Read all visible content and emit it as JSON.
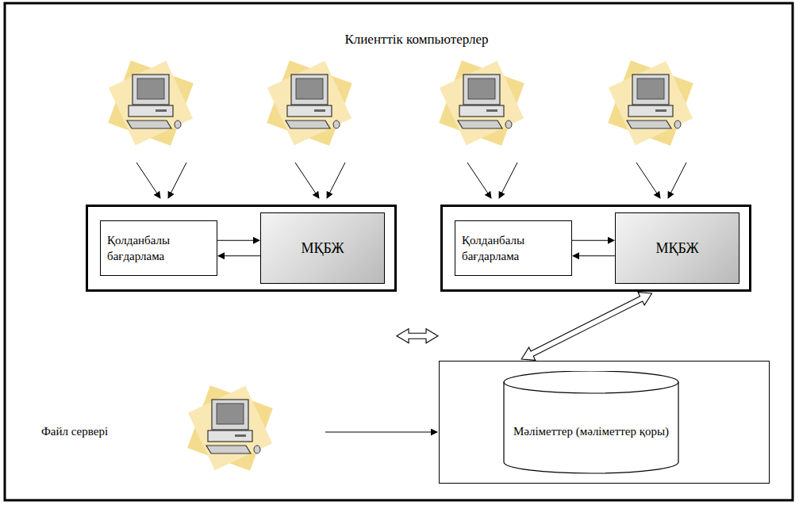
{
  "diagram": {
    "title": "Клиенттік компьютерлер",
    "nodes": [
      {
        "text": []
      },
      {
        "text": [
          "Қолданбалы бағдарлама"
        ],
        "in": 0
      },
      {
        "text": [
          "МҚБЖ"
        ],
        "in": 0
      },
      {
        "text": []
      },
      {
        "text": [
          "Қолданбалы бағдарлама"
        ],
        "in": 3
      },
      {
        "text": [
          "МҚБЖ"
        ],
        "in": 3
      },
      {
        "text": []
      },
      {
        "text": [
          "Мәліметтер (мәліметтер қоры)"
        ],
        "in": 6
      }
    ],
    "edges": [
      {
        "from": 1,
        "to": 2,
        "arrow": "to"
      },
      {
        "from": 2,
        "to": 1,
        "arrow": "to"
      },
      {
        "from": 4,
        "to": 5,
        "arrow": "to"
      },
      {
        "from": 5,
        "to": 4,
        "arrow": "to"
      },
      {
        "from": 0,
        "to": 6,
        "arrow": "both"
      },
      {
        "from": 3,
        "to": 6,
        "arrow": "both"
      }
    ],
    "labels": [
      "Файл сервері"
    ]
  }
}
